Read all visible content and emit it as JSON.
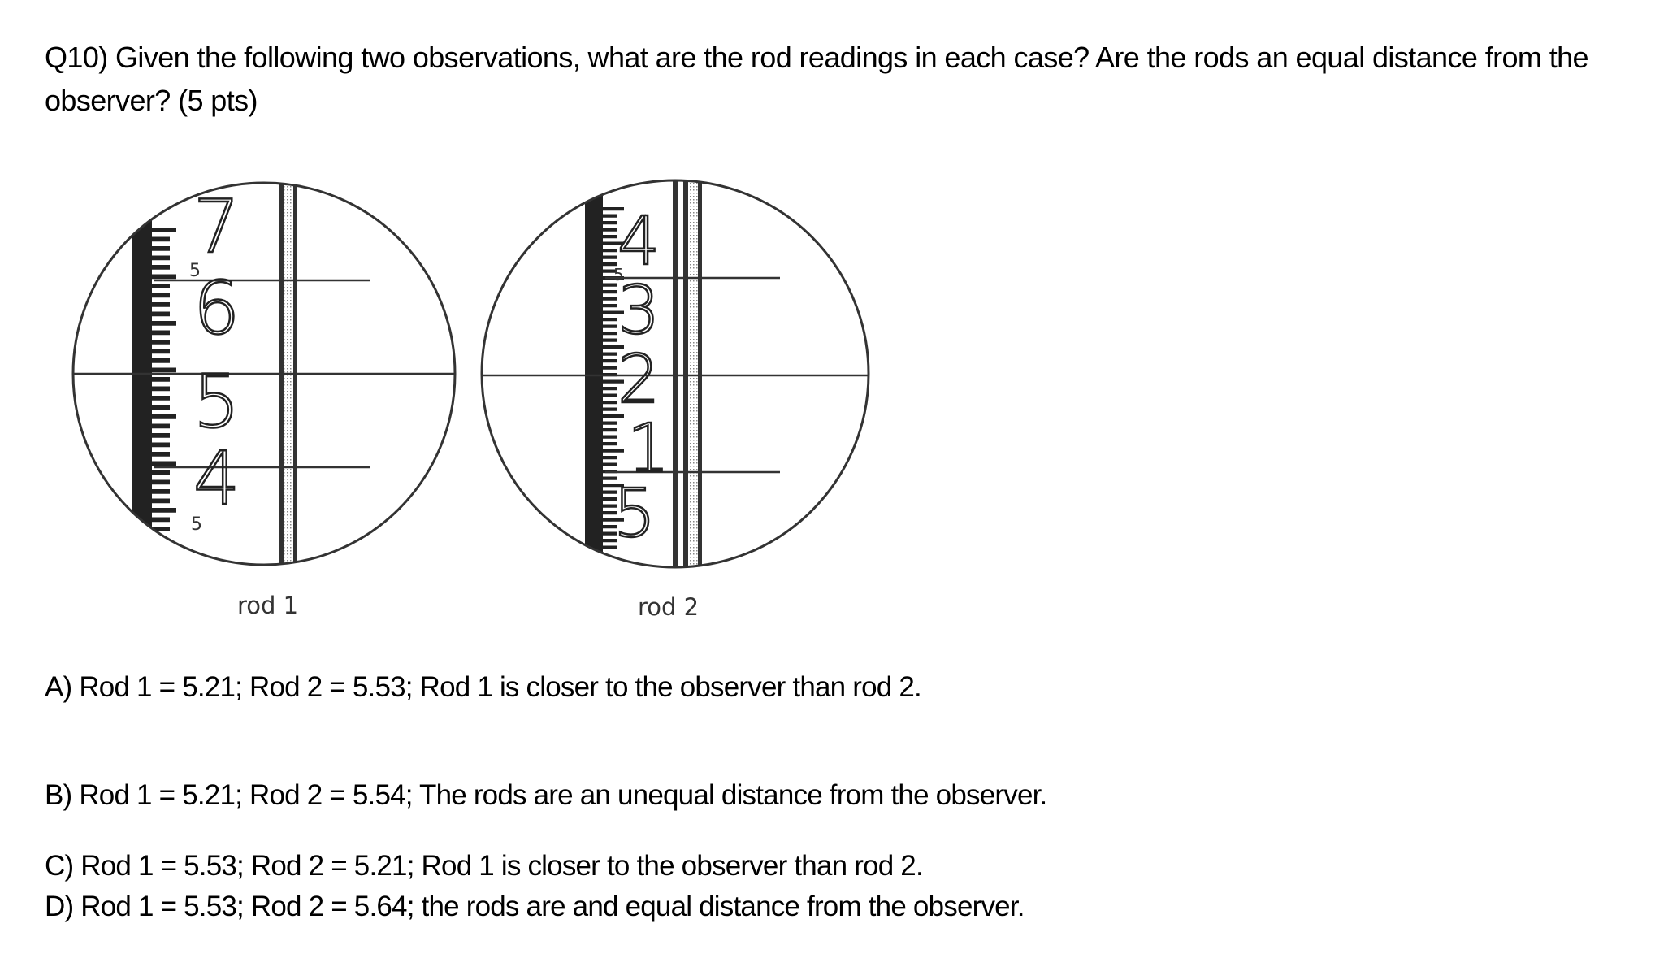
{
  "question": {
    "text": "Q10) Given the following two observations, what are the rod readings in each case? Are the rods an equal distance from the observer? (5 pts)"
  },
  "figure": {
    "rod1": {
      "caption": "rod 1",
      "digits": [
        "7",
        "6",
        "5",
        "4"
      ],
      "subscripts": [
        "5",
        "5"
      ]
    },
    "rod2": {
      "caption": "rod 2",
      "digits": [
        "4",
        "3",
        "2",
        "1",
        "5"
      ],
      "subscripts": [
        "5"
      ]
    }
  },
  "options": [
    "A) Rod 1 = 5.21; Rod 2 = 5.53; Rod 1 is closer to the observer than rod 2.",
    "B) Rod 1 = 5.21; Rod 2 = 5.54; The rods are an unequal distance from the observer.",
    "C) Rod 1 = 5.53; Rod 2 = 5.21; Rod 1 is closer to the observer than rod 2.",
    "D) Rod 1 = 5.53; Rod 2 = 5.64; the rods are and equal distance from the observer."
  ]
}
